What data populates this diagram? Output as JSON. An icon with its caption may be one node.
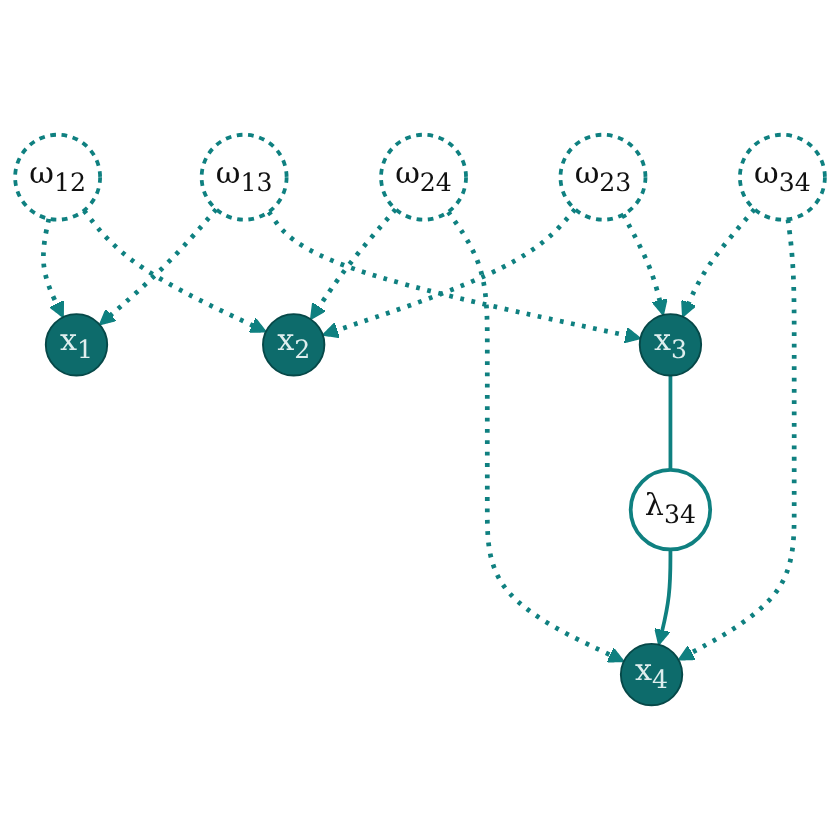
{
  "diagram": {
    "nodes": [
      {
        "text": [
          "ω$_{12}$"
        ]
      },
      {
        "text": [
          "x$_{1}$"
        ]
      },
      {
        "text": [
          "x$_{2}$"
        ]
      },
      {
        "text": [
          "ω$_{23}$"
        ]
      },
      {
        "text": [
          "ω$_{24}$"
        ]
      },
      {
        "text": [
          "ω$_{13}$"
        ]
      },
      {
        "text": [
          "x$_{3}$"
        ]
      },
      {
        "text": [
          "λ$_{34}$"
        ]
      },
      {
        "text": [
          "x$_{4}$"
        ]
      },
      {
        "text": [
          "ω$_{34}$"
        ]
      }
    ],
    "edges": [
      {
        "from": 0,
        "to": 1,
        "arrow": "to",
        "style": "dashed"
      },
      {
        "from": 0,
        "to": 2,
        "arrow": "to",
        "style": "dashed"
      },
      {
        "from": 5,
        "to": 1,
        "arrow": "to",
        "style": "dashed"
      },
      {
        "from": 5,
        "to": 6,
        "arrow": "to",
        "style": "dashed"
      },
      {
        "from": 3,
        "to": 2,
        "arrow": "to",
        "style": "dashed"
      },
      {
        "from": 3,
        "to": 6,
        "arrow": "to",
        "style": "dashed"
      },
      {
        "from": 4,
        "to": 2,
        "arrow": "to",
        "style": "dashed"
      },
      {
        "from": 4,
        "to": 8,
        "arrow": "to",
        "style": "dashed"
      },
      {
        "from": 6,
        "to": 7,
        "arrow": "none"
      },
      {
        "from": 7,
        "to": 8,
        "arrow": "to"
      },
      {
        "from": 9,
        "to": 6,
        "arrow": "to",
        "style": "dashed"
      },
      {
        "from": 9,
        "to": 8,
        "arrow": "to",
        "style": "dashed"
      }
    ]
  }
}
